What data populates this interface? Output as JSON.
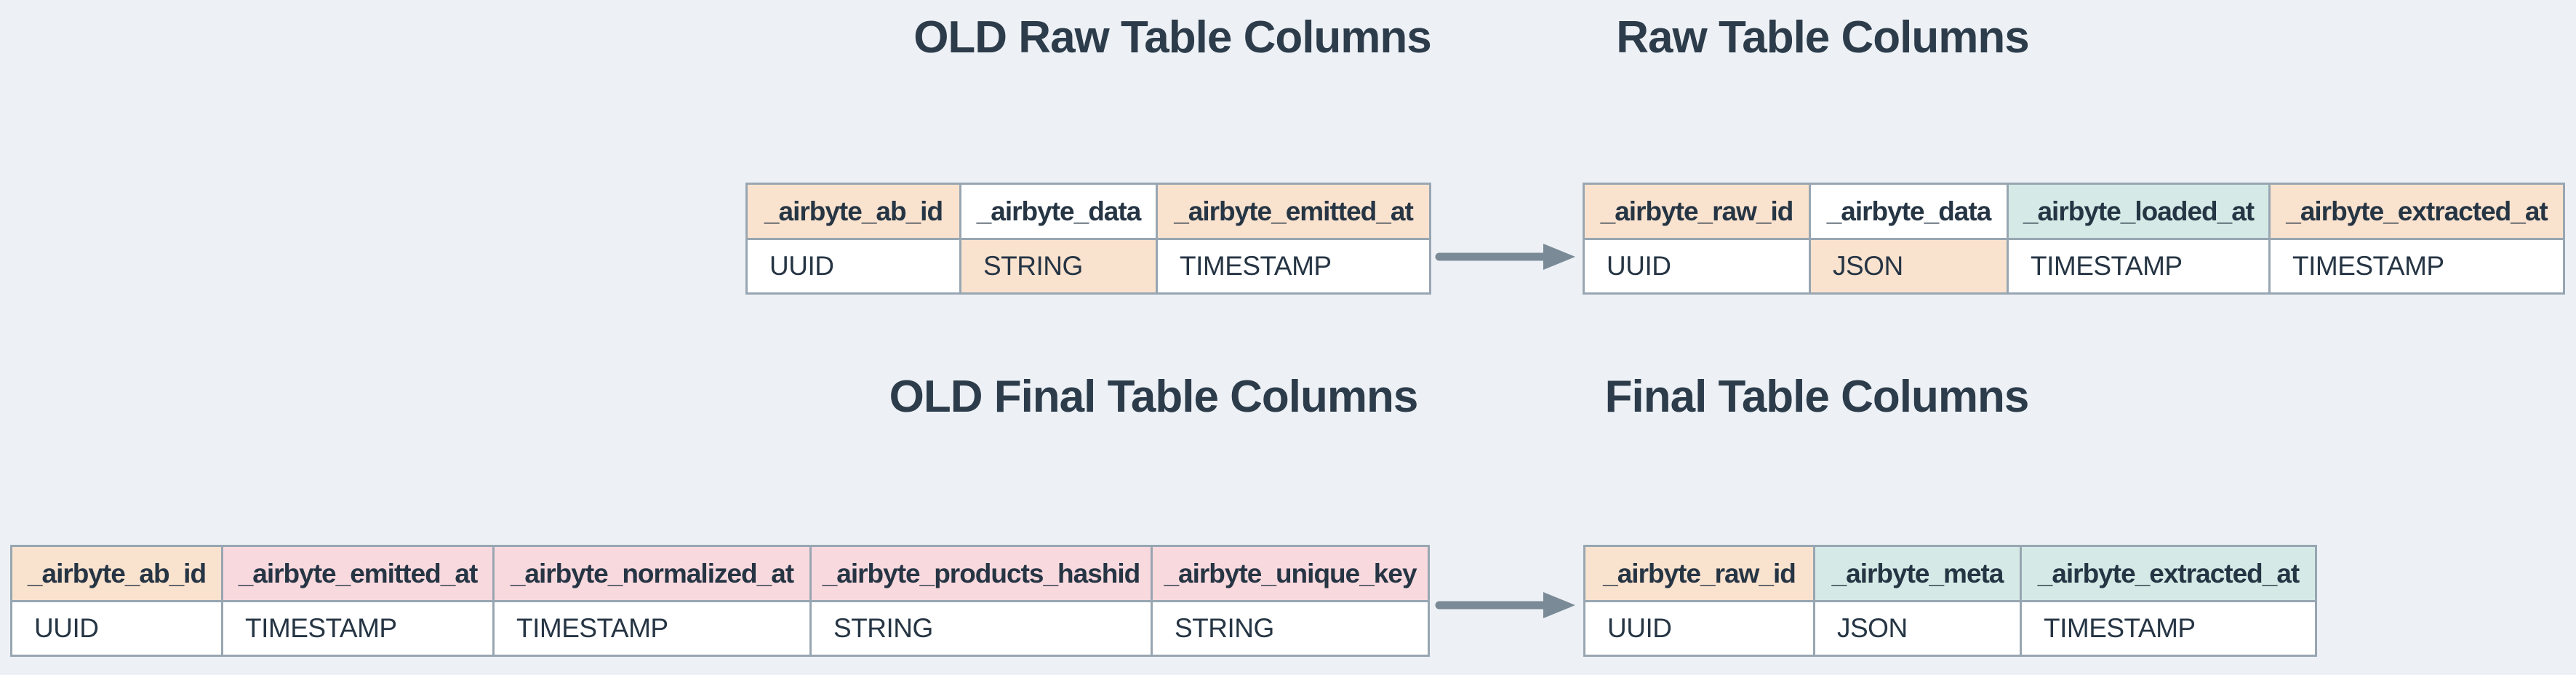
{
  "diagram": {
    "old_raw": {
      "title": "OLD Raw Table Columns",
      "columns": [
        {
          "name": "_airbyte_ab_id",
          "type": "UUID",
          "name_bg": "#f9e2ce",
          "type_bg": "#ffffff"
        },
        {
          "name": "_airbyte_data",
          "type": "STRING",
          "name_bg": "#ffffff",
          "type_bg": "#f9e2ce"
        },
        {
          "name": "_airbyte_emitted_at",
          "type": "TIMESTAMP",
          "name_bg": "#f9e2ce",
          "type_bg": "#ffffff"
        }
      ]
    },
    "raw": {
      "title": "Raw Table Columns",
      "columns": [
        {
          "name": "_airbyte_raw_id",
          "type": "UUID",
          "name_bg": "#f9e2ce",
          "type_bg": "#ffffff"
        },
        {
          "name": "_airbyte_data",
          "type": "JSON",
          "name_bg": "#ffffff",
          "type_bg": "#f9e2ce"
        },
        {
          "name": "_airbyte_loaded_at",
          "type": "TIMESTAMP",
          "name_bg": "#d5eae6",
          "type_bg": "#ffffff"
        },
        {
          "name": "_airbyte_extracted_at",
          "type": "TIMESTAMP",
          "name_bg": "#f9e2ce",
          "type_bg": "#ffffff"
        }
      ]
    },
    "old_final": {
      "title": "OLD Final Table Columns",
      "columns": [
        {
          "name": "_airbyte_ab_id",
          "type": "UUID",
          "name_bg": "#f9e2ce",
          "type_bg": "#ffffff"
        },
        {
          "name": "_airbyte_emitted_at",
          "type": "TIMESTAMP",
          "name_bg": "#f8d9de",
          "type_bg": "#ffffff"
        },
        {
          "name": "_airbyte_normalized_at",
          "type": "TIMESTAMP",
          "name_bg": "#f8d9de",
          "type_bg": "#ffffff"
        },
        {
          "name": "_airbyte_products_hashid",
          "type": "STRING",
          "name_bg": "#f8d9de",
          "type_bg": "#ffffff"
        },
        {
          "name": "_airbyte_unique_key",
          "type": "STRING",
          "name_bg": "#f8d9de",
          "type_bg": "#ffffff"
        }
      ]
    },
    "final": {
      "title": "Final Table Columns",
      "columns": [
        {
          "name": "_airbyte_raw_id",
          "type": "UUID",
          "name_bg": "#f9e2ce",
          "type_bg": "#ffffff"
        },
        {
          "name": "_airbyte_meta",
          "type": "JSON",
          "name_bg": "#d5eae6",
          "type_bg": "#ffffff"
        },
        {
          "name": "_airbyte_extracted_at",
          "type": "TIMESTAMP",
          "name_bg": "#d5eae6",
          "type_bg": "#ffffff"
        }
      ]
    },
    "arrows": [
      {
        "name": "old-raw-to-raw-arrow",
        "direction": "right"
      },
      {
        "name": "old-final-to-final-arrow",
        "direction": "right"
      }
    ],
    "colors": {
      "background": "#edf1f5",
      "cell_peach": "#f9e2ce",
      "cell_pink": "#f8d9de",
      "cell_teal": "#d5eae6",
      "cell_white": "#ffffff",
      "table_border": "#98a6b2",
      "arrow": "#7a8a96",
      "text": "#263544"
    }
  }
}
